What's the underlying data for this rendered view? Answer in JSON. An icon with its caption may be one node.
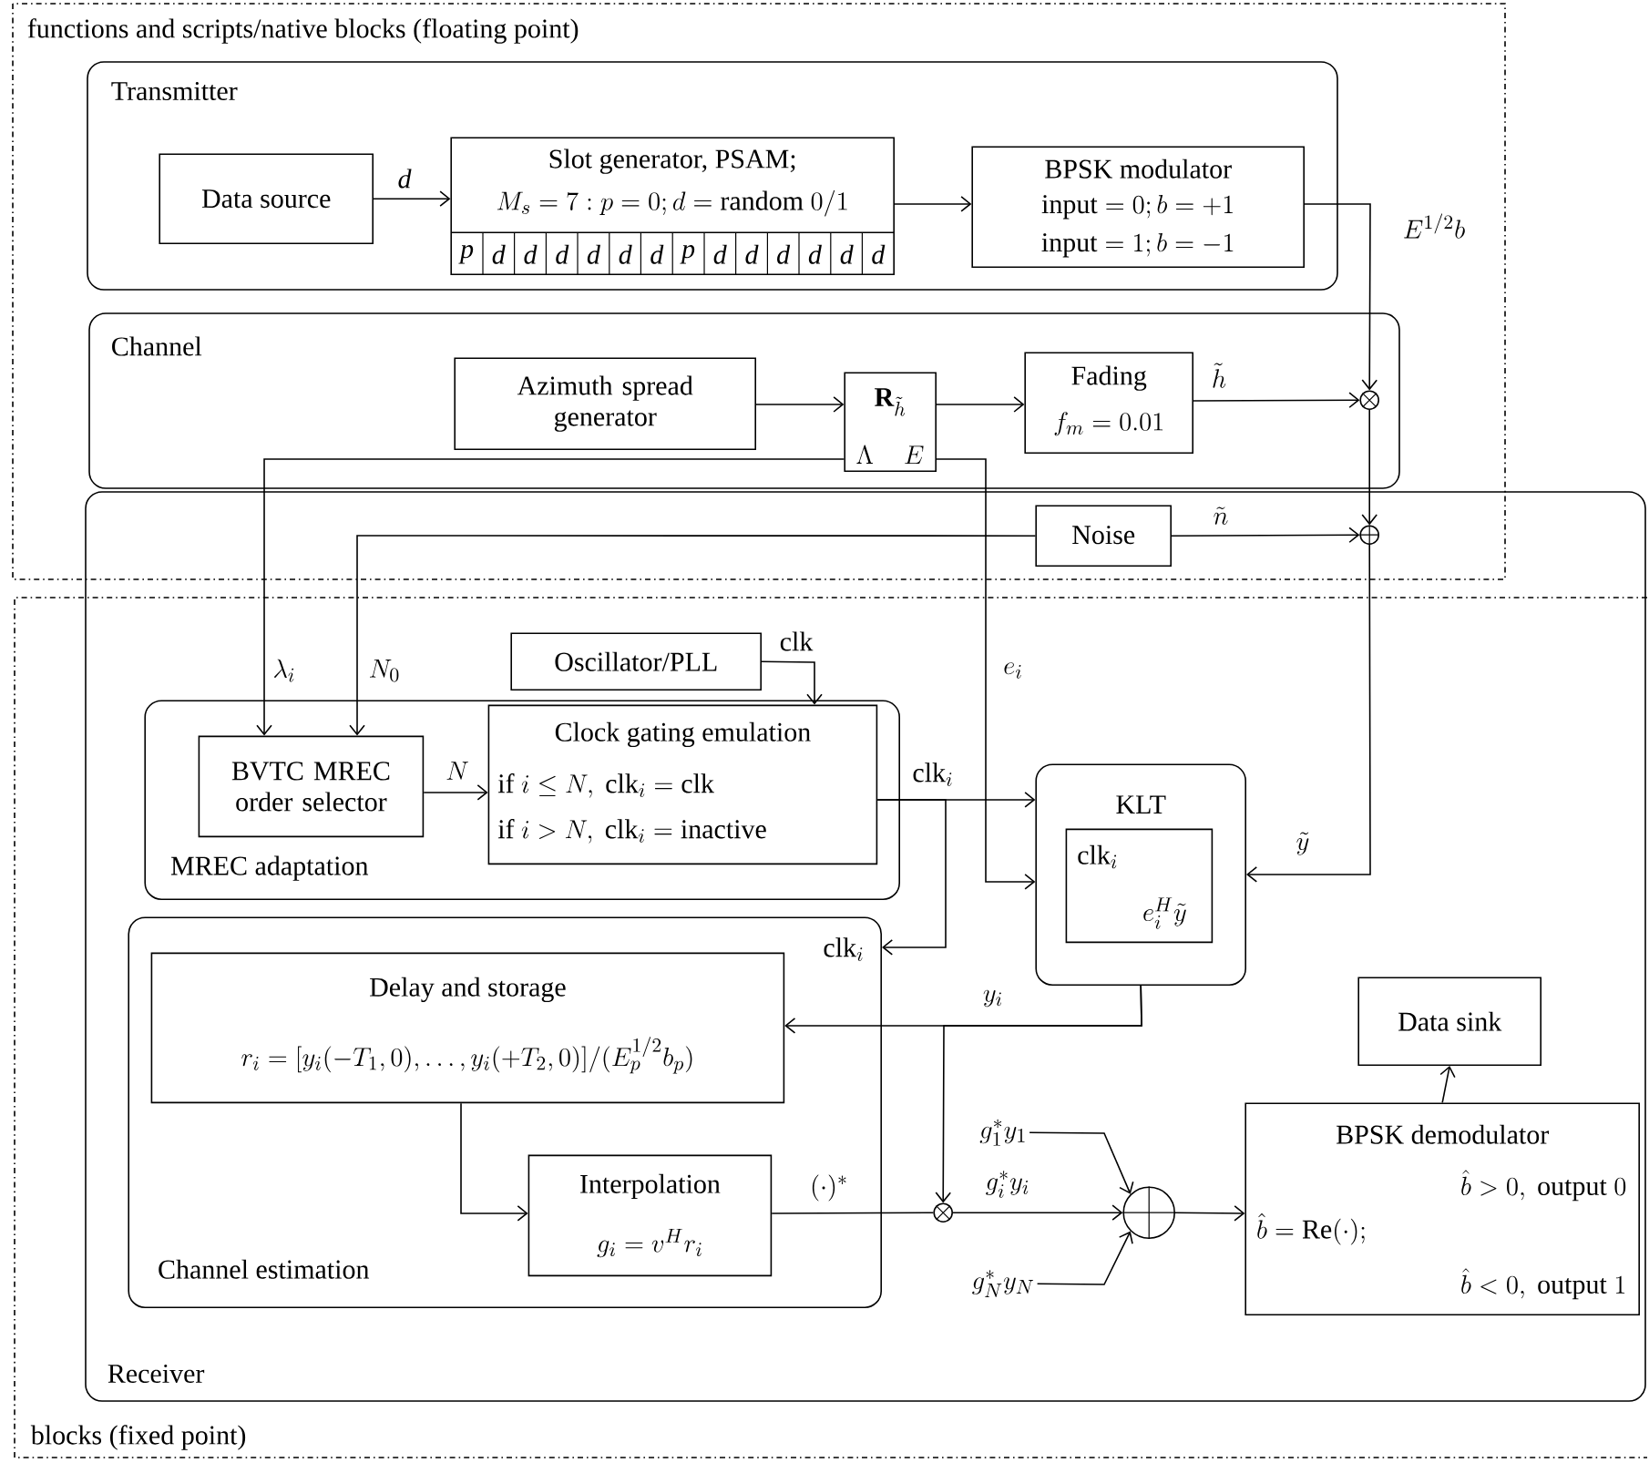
{
  "diagram": {
    "nodes": [
      {
        "text": [
          "Transmitter"
        ]
      },
      {
        "text": [
          "Data source"
        ],
        "in": 0
      },
      {
        "text": [
          "Slot generator, PSAM;",
          "M_s = 7 : p = 0; d = \\text{random } 0/1",
          "p",
          "d",
          "d",
          "d",
          "d",
          "d",
          "d",
          "p",
          "d",
          "d",
          "d",
          "d",
          "d",
          "d"
        ],
        "in": 0
      },
      {
        "text": [
          "BPSK modulator",
          "\\text{input} = 0; b = +1",
          "\\text{input} = 1; b = -1"
        ],
        "in": 0
      },
      {
        "text": [
          "Channel"
        ]
      },
      {
        "text": [
          "Azimuth spread generator"
        ],
        "in": 4
      },
      {
        "text": [
          "\\mathbf{R}_{\\tilde{h}}",
          "\\Lambda",
          "E"
        ],
        "in": 4
      },
      {
        "text": [
          "Fading",
          "f_m = 0.01"
        ],
        "in": 4
      },
      {
        "text": [],
        "shape": "circle",
        "in": 4
      },
      {
        "text": [
          "Receiver"
        ]
      },
      {
        "text": [
          "Noise"
        ],
        "in": 9
      },
      {
        "text": [],
        "shape": "circle",
        "in": 9
      },
      {
        "text": [
          "Oscillator/PLL"
        ],
        "in": 9
      },
      {
        "text": [
          "MREC adaptation"
        ],
        "in": 9
      },
      {
        "text": [
          "BVTC MREC order selector"
        ],
        "in": 13
      },
      {
        "text": [
          "Clock gating emulation",
          "\\text{if } i \\le N,\\ \\text{clk}_i = \\text{clk}",
          "\\text{if } i > N,\\ \\text{clk}_i = \\text{inactive}"
        ],
        "in": 13
      },
      {
        "text": [
          "KLT"
        ],
        "in": 9
      },
      {
        "text": [
          "\\text{clk}_i",
          "e_i^H \\tilde{y}"
        ],
        "in": 16
      },
      {
        "text": [
          "Channel estimation"
        ],
        "in": 9
      },
      {
        "text": [
          "Delay and storage",
          "r_i = [y_i(-T_1,0),\\ldots,y_i(+T_2,0)]/(E_p^{1/2} b_p)"
        ],
        "in": 18
      },
      {
        "text": [
          "Interpolation",
          "g_i = v^H r_i"
        ],
        "in": 18
      },
      {
        "text": [],
        "shape": "circle",
        "in": 9
      },
      {
        "text": [],
        "shape": "circle",
        "in": 9
      },
      {
        "text": [
          "BPSK demodulator",
          "\\hat{b} > 0,\\ \\text{output } 0",
          "\\hat{b} = \\text{Re}(\\cdot);",
          "\\hat{b} < 0,\\ \\text{output } 1"
        ],
        "in": 9
      },
      {
        "text": [
          "Data sink"
        ],
        "in": 9
      },
      {
        "text": [
          "g_1^* y_1"
        ],
        "in": 9
      },
      {
        "text": [
          "g_N^* y_N"
        ],
        "in": 9
      }
    ],
    "labels": [
      "functions and scripts/native blocks (floating point)",
      "blocks (fixed point)"
    ],
    "edges": [
      {
        "from": 1,
        "to": 2,
        "arrow": "to",
        "label": "d"
      },
      {
        "from": 2,
        "to": 3,
        "arrow": "to"
      },
      {
        "from": 3,
        "to": 8,
        "arrow": "to",
        "label": "E^{1/2} b"
      },
      {
        "from": 5,
        "to": 6,
        "arrow": "to"
      },
      {
        "from": 6,
        "to": 7,
        "arrow": "to"
      },
      {
        "from": 7,
        "to": 8,
        "arrow": "to",
        "label": "\\tilde{h}"
      },
      {
        "from": 8,
        "to": 11,
        "arrow": "to"
      },
      {
        "from": 6,
        "to": 14,
        "arrow": "to",
        "label": "\\lambda_i"
      },
      {
        "from": 6,
        "to": 16,
        "arrow": "to",
        "label": "e_i"
      },
      {
        "from": 10,
        "to": 11,
        "arrow": "to",
        "label": "\\tilde{n}"
      },
      {
        "from": 10,
        "to": 14,
        "arrow": "to",
        "label": "N_0"
      },
      {
        "from": 11,
        "to": 16,
        "arrow": "to",
        "label": "\\tilde{y}"
      },
      {
        "from": 12,
        "to": 15,
        "arrow": "to",
        "label": "\\text{clk}"
      },
      {
        "from": 14,
        "to": 15,
        "arrow": "to",
        "label": "N"
      },
      {
        "from": 15,
        "to": 16,
        "arrow": "to",
        "label": "\\text{clk}_i"
      },
      {
        "from": 15,
        "to": 18,
        "arrow": "to",
        "label": "\\text{clk}_i"
      },
      {
        "from": 16,
        "to": 19,
        "arrow": "to",
        "label": "y_i"
      },
      {
        "from": 16,
        "to": 21,
        "arrow": "to"
      },
      {
        "from": 19,
        "to": 20,
        "arrow": "to"
      },
      {
        "from": 20,
        "to": 21,
        "arrow": "none",
        "label": "(\\cdot)^*"
      },
      {
        "from": 21,
        "to": 22,
        "arrow": "to",
        "label": "g_i^* y_i"
      },
      {
        "from": 25,
        "to": 22,
        "arrow": "to"
      },
      {
        "from": 26,
        "to": 22,
        "arrow": "to"
      },
      {
        "from": 22,
        "to": 23,
        "arrow": "to"
      },
      {
        "from": 23,
        "to": 24,
        "arrow": "to"
      }
    ]
  }
}
